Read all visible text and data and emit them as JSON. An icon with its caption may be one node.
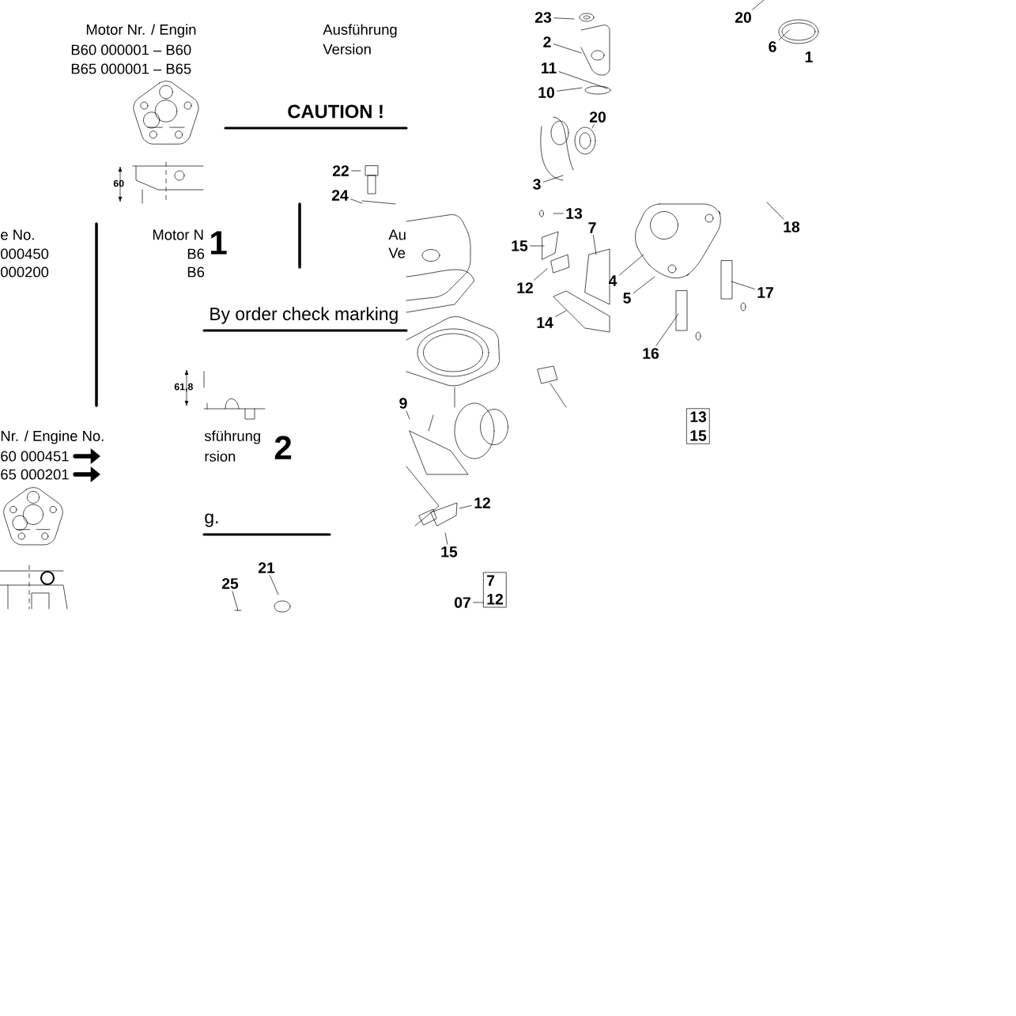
{
  "diagram": {
    "nodes": [
      {
        "text": [
          "22"
        ]
      },
      {
        "text": [
          "24"
        ]
      },
      {
        "text": [
          "25"
        ]
      },
      {
        "text": [
          "21"
        ]
      },
      {
        "text": [
          "23"
        ]
      },
      {
        "text": [
          "2"
        ]
      },
      {
        "text": [
          "11"
        ]
      },
      {
        "text": [
          "10"
        ]
      },
      {
        "text": [
          "20"
        ]
      },
      {
        "text": [
          "3"
        ]
      },
      {
        "text": [
          "20"
        ]
      },
      {
        "text": [
          "6"
        ]
      },
      {
        "text": [
          "1"
        ]
      },
      {
        "text": [
          "13"
        ]
      },
      {
        "text": [
          "15"
        ]
      },
      {
        "text": [
          "7"
        ]
      },
      {
        "text": [
          "12"
        ]
      },
      {
        "text": [
          "14"
        ]
      },
      {
        "text": [
          "9"
        ]
      },
      {
        "text": [
          "18"
        ]
      },
      {
        "text": [
          "4"
        ]
      },
      {
        "text": [
          "5"
        ]
      },
      {
        "text": [
          "17"
        ]
      },
      {
        "text": [
          "16"
        ]
      },
      {
        "text": [
          "12"
        ]
      },
      {
        "text": [
          "15"
        ]
      },
      {
        "text": [
          "13",
          "15"
        ]
      },
      {
        "text": [
          "07"
        ]
      },
      {
        "text": [
          "7",
          "12"
        ]
      }
    ],
    "edges": [
      {
        "from": 0,
        "to": null,
        "arrow": "none"
      },
      {
        "from": 1,
        "to": null,
        "arrow": "none"
      },
      {
        "from": 2,
        "to": null,
        "arrow": "none"
      },
      {
        "from": 3,
        "to": null,
        "arrow": "none"
      },
      {
        "from": 4,
        "to": null,
        "arrow": "none"
      },
      {
        "from": 5,
        "to": null,
        "arrow": "none"
      },
      {
        "from": 6,
        "to": null,
        "arrow": "none"
      },
      {
        "from": 7,
        "to": null,
        "arrow": "none"
      },
      {
        "from": 8,
        "to": null,
        "arrow": "none"
      },
      {
        "from": 9,
        "to": null,
        "arrow": "none"
      },
      {
        "from": 10,
        "to": null,
        "arrow": "none"
      },
      {
        "from": 11,
        "to": null,
        "arrow": "none"
      },
      {
        "from": 13,
        "to": null,
        "arrow": "none"
      },
      {
        "from": 14,
        "to": null,
        "arrow": "none"
      },
      {
        "from": 15,
        "to": null,
        "arrow": "none"
      },
      {
        "from": 16,
        "to": null,
        "arrow": "none"
      },
      {
        "from": 17,
        "to": null,
        "arrow": "none"
      },
      {
        "from": 18,
        "to": null,
        "arrow": "none"
      },
      {
        "from": 19,
        "to": null,
        "arrow": "none"
      },
      {
        "from": 20,
        "to": null,
        "arrow": "none"
      },
      {
        "from": 21,
        "to": null,
        "arrow": "none"
      },
      {
        "from": 22,
        "to": null,
        "arrow": "none"
      },
      {
        "from": 23,
        "to": null,
        "arrow": "none"
      },
      {
        "from": 24,
        "to": null,
        "arrow": "none"
      },
      {
        "from": 25,
        "to": null,
        "arrow": "none"
      },
      {
        "from": 27,
        "to": 28,
        "arrow": "none"
      }
    ],
    "labels": [
      "Motor Nr. / Engin",
      "Ausführung",
      "B60 000001 – B60",
      "Version",
      "B65 000001 – B65",
      "CAUTION !",
      "60",
      "e No.",
      "Motor N",
      "1",
      "Au",
      "000450",
      "B6",
      "Ve",
      "000200",
      "B6",
      "By order check marking",
      "61,8",
      "Nr. / Engine No.",
      "sführung",
      "2",
      "60 000451",
      "rsion",
      "65 000201",
      "g."
    ]
  }
}
